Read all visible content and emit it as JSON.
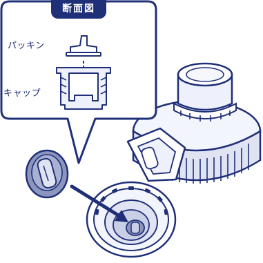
{
  "callout": {
    "title": "断面図",
    "labels": {
      "packing": "パッキン",
      "cap": "キャップ"
    }
  },
  "colors": {
    "outline": "#1f2f78",
    "fill_light": "#eef1fb",
    "fill_mid": "#c9cfe6",
    "fill_dark": "#8c95bd",
    "arrow": "#1f2f78"
  },
  "icons": {
    "assembly_arrow": "arrow-icon",
    "cross_section_arrow": "dashed-down-arrow-icon"
  }
}
